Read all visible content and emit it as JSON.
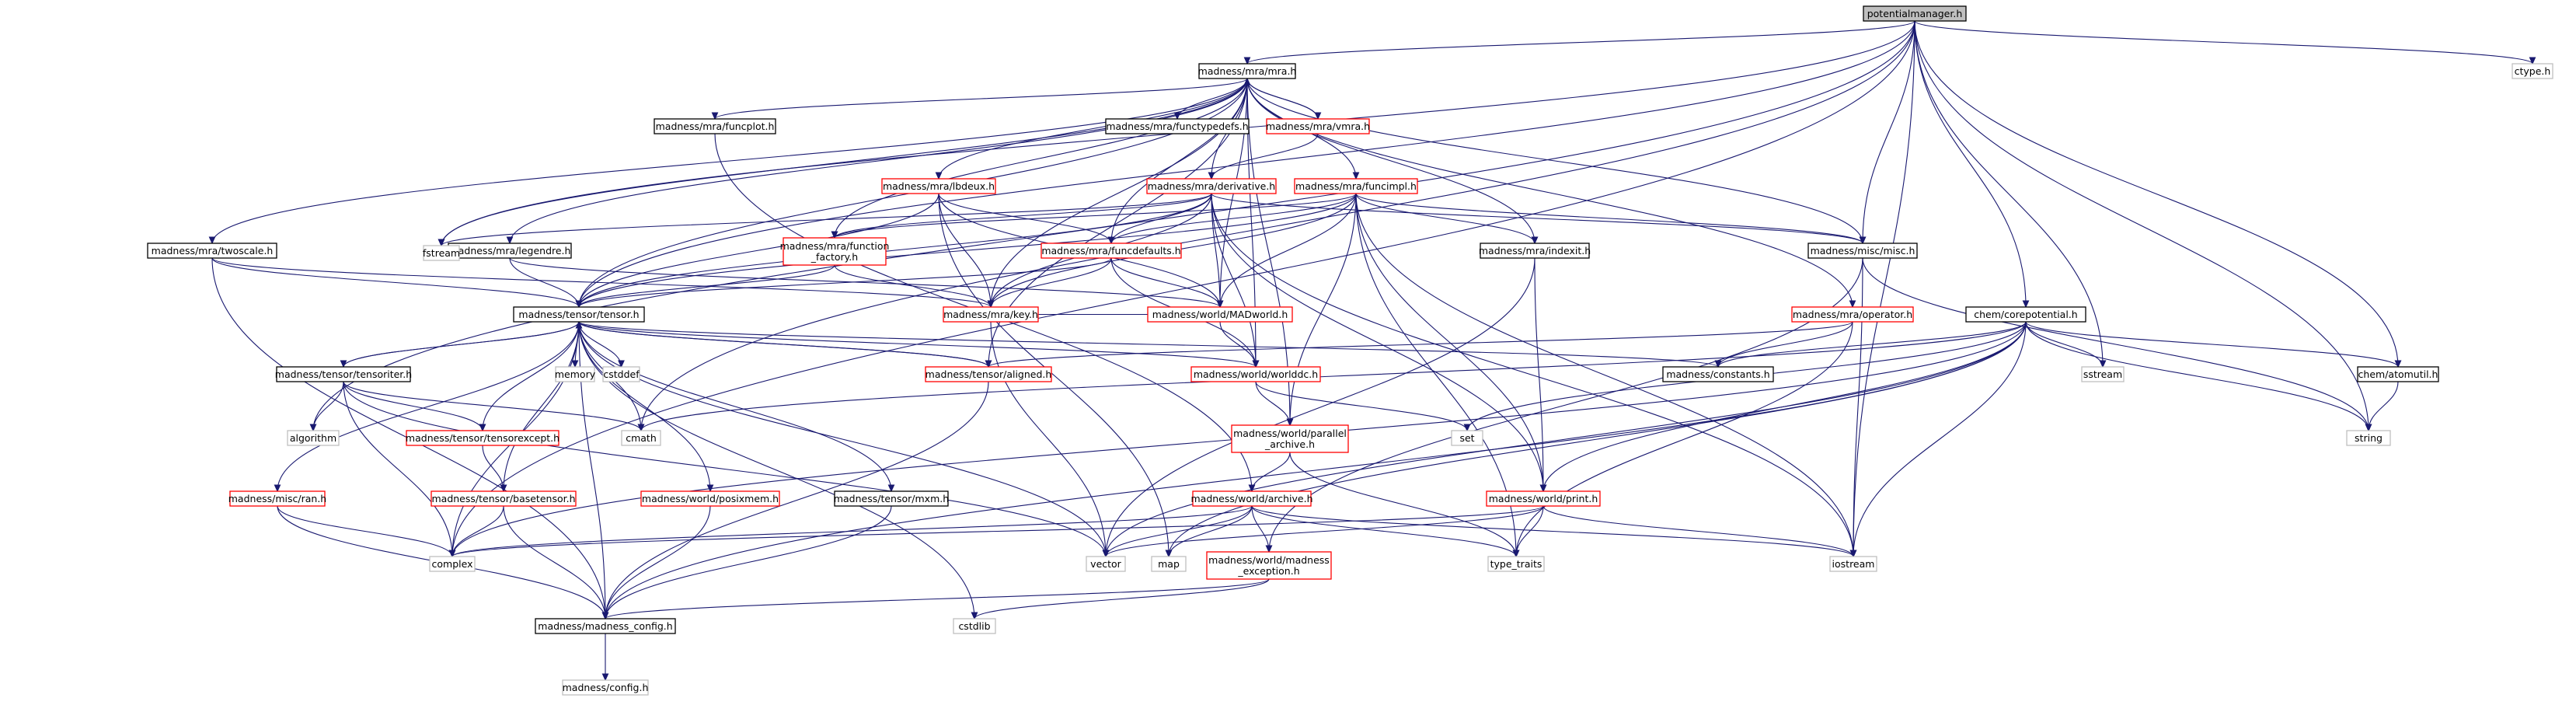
{
  "colors": {
    "edge": "#191970",
    "root_fill": "#bfbfbf",
    "node_fill": "#ffffff",
    "border_documented": "#000000",
    "border_incomplete": "#ff0000",
    "border_external": "#bfbfbf"
  },
  "nodes": [
    {
      "id": "potentialmanager",
      "label": "potentialmanager.h",
      "kind": "root"
    },
    {
      "id": "mra",
      "label": "madness/mra/mra.h",
      "kind": "documented"
    },
    {
      "id": "ctype",
      "label": "ctype.h",
      "kind": "external"
    },
    {
      "id": "funcplot",
      "label": "madness/mra/funcplot.h",
      "kind": "documented"
    },
    {
      "id": "functypedefs",
      "label": "madness/mra/functypedefs.h",
      "kind": "documented"
    },
    {
      "id": "vmra",
      "label": "madness/mra/vmra.h",
      "kind": "incomplete"
    },
    {
      "id": "mraimpl_derivative",
      "label": "madness/mra/derivative.h",
      "kind": "incomplete"
    },
    {
      "id": "funcimpl",
      "label": "madness/mra/funcimpl.h",
      "kind": "incomplete"
    },
    {
      "id": "lbdeux",
      "label": "madness/mra/lbdeux.h",
      "kind": "incomplete"
    },
    {
      "id": "twoscale",
      "label": "madness/mra/twoscale.h",
      "kind": "documented"
    },
    {
      "id": "legendre",
      "label": "madness/mra/legendre.h",
      "kind": "documented"
    },
    {
      "id": "fstream",
      "label": "fstream",
      "kind": "external"
    },
    {
      "id": "function_factory",
      "label": [
        "madness/mra/function",
        "_factory.h"
      ],
      "kind": "incomplete"
    },
    {
      "id": "funcdefaults",
      "label": "madness/mra/funcdefaults.h",
      "kind": "incomplete"
    },
    {
      "id": "indexit",
      "label": "madness/mra/indexit.h",
      "kind": "documented"
    },
    {
      "id": "misc",
      "label": "madness/misc/misc.h",
      "kind": "documented"
    },
    {
      "id": "corepotential",
      "label": "chem/corepotential.h",
      "kind": "documented"
    },
    {
      "id": "key",
      "label": "madness/mra/key.h",
      "kind": "incomplete"
    },
    {
      "id": "madworld",
      "label": "madness/world/MADworld.h",
      "kind": "incomplete"
    },
    {
      "id": "operator",
      "label": "madness/mra/operator.h",
      "kind": "incomplete"
    },
    {
      "id": "tensor",
      "label": "madness/tensor/tensor.h",
      "kind": "documented"
    },
    {
      "id": "tensoriter",
      "label": "madness/tensor/tensoriter.h",
      "kind": "documented"
    },
    {
      "id": "memory",
      "label": "memory",
      "kind": "external"
    },
    {
      "id": "cstddef",
      "label": "cstddef",
      "kind": "external"
    },
    {
      "id": "aligned",
      "label": "madness/tensor/aligned.h",
      "kind": "incomplete"
    },
    {
      "id": "worlddc",
      "label": "madness/world/worlddc.h",
      "kind": "incomplete"
    },
    {
      "id": "constants",
      "label": "madness/constants.h",
      "kind": "documented"
    },
    {
      "id": "sstream",
      "label": "sstream",
      "kind": "external"
    },
    {
      "id": "atomutil",
      "label": "chem/atomutil.h",
      "kind": "documented"
    },
    {
      "id": "algorithm",
      "label": "algorithm",
      "kind": "external"
    },
    {
      "id": "tensorexcept",
      "label": "madness/tensor/tensorexcept.h",
      "kind": "incomplete"
    },
    {
      "id": "cmath",
      "label": "cmath",
      "kind": "external"
    },
    {
      "id": "parallel_archive",
      "label": [
        "madness/world/parallel",
        "_archive.h"
      ],
      "kind": "incomplete"
    },
    {
      "id": "set",
      "label": "set",
      "kind": "external"
    },
    {
      "id": "string",
      "label": "string",
      "kind": "external"
    },
    {
      "id": "ran",
      "label": "madness/misc/ran.h",
      "kind": "incomplete"
    },
    {
      "id": "basetensor",
      "label": "madness/tensor/basetensor.h",
      "kind": "incomplete"
    },
    {
      "id": "posixmem",
      "label": "madness/world/posixmem.h",
      "kind": "incomplete"
    },
    {
      "id": "mxm",
      "label": "madness/tensor/mxm.h",
      "kind": "documented"
    },
    {
      "id": "archive",
      "label": "madness/world/archive.h",
      "kind": "incomplete"
    },
    {
      "id": "print",
      "label": "madness/world/print.h",
      "kind": "incomplete"
    },
    {
      "id": "complex",
      "label": "complex",
      "kind": "external"
    },
    {
      "id": "vector",
      "label": "vector",
      "kind": "external"
    },
    {
      "id": "map",
      "label": "map",
      "kind": "external"
    },
    {
      "id": "type_traits",
      "label": "type_traits",
      "kind": "external"
    },
    {
      "id": "iostream",
      "label": "iostream",
      "kind": "external"
    },
    {
      "id": "madness_exception",
      "label": [
        "madness/world/madness",
        "_exception.h"
      ],
      "kind": "incomplete"
    },
    {
      "id": "madness_config",
      "label": "madness/madness_config.h",
      "kind": "documented"
    },
    {
      "id": "cstdlib",
      "label": "cstdlib",
      "kind": "external"
    },
    {
      "id": "config",
      "label": "madness/config.h",
      "kind": "external"
    }
  ],
  "edges": [
    [
      "potentialmanager",
      "mra"
    ],
    [
      "potentialmanager",
      "ctype"
    ],
    [
      "potentialmanager",
      "misc"
    ],
    [
      "potentialmanager",
      "corepotential"
    ],
    [
      "potentialmanager",
      "sstream"
    ],
    [
      "potentialmanager",
      "atomutil"
    ],
    [
      "potentialmanager",
      "string"
    ],
    [
      "potentialmanager",
      "iostream"
    ],
    [
      "potentialmanager",
      "fstream"
    ],
    [
      "potentialmanager",
      "tensor"
    ],
    [
      "potentialmanager",
      "algorithm"
    ],
    [
      "potentialmanager",
      "complex"
    ],
    [
      "potentialmanager",
      "cmath"
    ],
    [
      "mra",
      "funcplot"
    ],
    [
      "mra",
      "functypedefs"
    ],
    [
      "mra",
      "vmra"
    ],
    [
      "mra",
      "mraimpl_derivative"
    ],
    [
      "mra",
      "funcimpl"
    ],
    [
      "mra",
      "lbdeux"
    ],
    [
      "mra",
      "twoscale"
    ],
    [
      "mra",
      "legendre"
    ],
    [
      "mra",
      "fstream"
    ],
    [
      "mra",
      "function_factory"
    ],
    [
      "mra",
      "funcdefaults"
    ],
    [
      "mra",
      "indexit"
    ],
    [
      "mra",
      "misc"
    ],
    [
      "mra",
      "operator"
    ],
    [
      "mra",
      "madworld"
    ],
    [
      "mra",
      "tensor"
    ],
    [
      "mra",
      "worlddc"
    ],
    [
      "mra",
      "key"
    ],
    [
      "mra",
      "parallel_archive"
    ],
    [
      "mra",
      "aligned"
    ],
    [
      "vmra",
      "mra"
    ],
    [
      "vmra",
      "mraimpl_derivative"
    ],
    [
      "funcplot",
      "archive"
    ],
    [
      "mraimpl_derivative",
      "funcdefaults"
    ],
    [
      "mraimpl_derivative",
      "key"
    ],
    [
      "mraimpl_derivative",
      "madworld"
    ],
    [
      "mraimpl_derivative",
      "worlddc"
    ],
    [
      "mraimpl_derivative",
      "print"
    ],
    [
      "mraimpl_derivative",
      "iostream"
    ],
    [
      "mraimpl_derivative",
      "misc"
    ],
    [
      "mraimpl_derivative",
      "tensor"
    ],
    [
      "mraimpl_derivative",
      "fstream"
    ],
    [
      "mraimpl_derivative",
      "function_factory"
    ],
    [
      "funcimpl",
      "funcdefaults"
    ],
    [
      "funcimpl",
      "function_factory"
    ],
    [
      "funcimpl",
      "indexit"
    ],
    [
      "funcimpl",
      "misc"
    ],
    [
      "funcimpl",
      "madworld"
    ],
    [
      "funcimpl",
      "key"
    ],
    [
      "funcimpl",
      "print"
    ],
    [
      "funcimpl",
      "type_traits"
    ],
    [
      "funcimpl",
      "iostream"
    ],
    [
      "funcimpl",
      "parallel_archive"
    ],
    [
      "funcimpl",
      "tensor"
    ],
    [
      "lbdeux",
      "funcdefaults"
    ],
    [
      "lbdeux",
      "key"
    ],
    [
      "lbdeux",
      "tensor"
    ],
    [
      "lbdeux",
      "map"
    ],
    [
      "lbdeux",
      "madworld"
    ],
    [
      "twoscale",
      "tensor"
    ],
    [
      "twoscale",
      "madness_config"
    ],
    [
      "twoscale",
      "key"
    ],
    [
      "legendre",
      "tensor"
    ],
    [
      "legendre",
      "madworld"
    ],
    [
      "function_factory",
      "key"
    ],
    [
      "function_factory",
      "tensor"
    ],
    [
      "funcdefaults",
      "key"
    ],
    [
      "funcdefaults",
      "madworld"
    ],
    [
      "funcdefaults",
      "tensor"
    ],
    [
      "funcdefaults",
      "worlddc"
    ],
    [
      "indexit",
      "print"
    ],
    [
      "indexit",
      "vector"
    ],
    [
      "misc",
      "string"
    ],
    [
      "misc",
      "iostream"
    ],
    [
      "misc",
      "madness_exception"
    ],
    [
      "key",
      "vector"
    ],
    [
      "key",
      "madworld"
    ],
    [
      "madworld",
      "worlddc"
    ],
    [
      "operator",
      "constants"
    ],
    [
      "operator",
      "type_traits"
    ],
    [
      "operator",
      "aligned"
    ],
    [
      "corepotential",
      "constants"
    ],
    [
      "corepotential",
      "sstream"
    ],
    [
      "corepotential",
      "atomutil"
    ],
    [
      "corepotential",
      "string"
    ],
    [
      "corepotential",
      "iostream"
    ],
    [
      "corepotential",
      "print"
    ],
    [
      "corepotential",
      "set"
    ],
    [
      "corepotential",
      "cmath"
    ],
    [
      "corepotential",
      "vector"
    ],
    [
      "corepotential",
      "madness_config"
    ],
    [
      "corepotential",
      "complex"
    ],
    [
      "corepotential",
      "map"
    ],
    [
      "atomutil",
      "string"
    ],
    [
      "tensor",
      "tensoriter"
    ],
    [
      "tensor",
      "memory"
    ],
    [
      "tensor",
      "cstddef"
    ],
    [
      "tensor",
      "aligned"
    ],
    [
      "tensor",
      "cmath"
    ],
    [
      "tensor",
      "tensorexcept"
    ],
    [
      "tensor",
      "ran"
    ],
    [
      "tensor",
      "basetensor"
    ],
    [
      "tensor",
      "posixmem"
    ],
    [
      "tensor",
      "mxm"
    ],
    [
      "tensor",
      "vector"
    ],
    [
      "tensor",
      "constants"
    ],
    [
      "tensor",
      "madness_config"
    ],
    [
      "tensor",
      "complex"
    ],
    [
      "tensor",
      "cstdlib"
    ],
    [
      "tensor",
      "worlddc"
    ],
    [
      "tensoriter",
      "tensor"
    ],
    [
      "tensoriter",
      "algorithm"
    ],
    [
      "tensoriter",
      "tensorexcept"
    ],
    [
      "tensoriter",
      "cmath"
    ],
    [
      "tensoriter",
      "complex"
    ],
    [
      "tensoriter",
      "vector"
    ],
    [
      "aligned",
      "tensor"
    ],
    [
      "aligned",
      "madness_config"
    ],
    [
      "worlddc",
      "parallel_archive"
    ],
    [
      "worlddc",
      "set"
    ],
    [
      "parallel_archive",
      "archive"
    ],
    [
      "parallel_archive",
      "type_traits"
    ],
    [
      "tensorexcept",
      "basetensor"
    ],
    [
      "ran",
      "complex"
    ],
    [
      "ran",
      "madness_config"
    ],
    [
      "basetensor",
      "complex"
    ],
    [
      "basetensor",
      "madness_config"
    ],
    [
      "posixmem",
      "madness_config"
    ],
    [
      "mxm",
      "madness_config"
    ],
    [
      "archive",
      "complex"
    ],
    [
      "archive",
      "vector"
    ],
    [
      "archive",
      "map"
    ],
    [
      "archive",
      "type_traits"
    ],
    [
      "archive",
      "iostream"
    ],
    [
      "archive",
      "madness_exception"
    ],
    [
      "print",
      "vector"
    ],
    [
      "print",
      "complex"
    ],
    [
      "print",
      "type_traits"
    ],
    [
      "print",
      "iostream"
    ],
    [
      "madness_exception",
      "madness_config"
    ],
    [
      "madness_exception",
      "cstdlib"
    ],
    [
      "madness_config",
      "config"
    ]
  ]
}
